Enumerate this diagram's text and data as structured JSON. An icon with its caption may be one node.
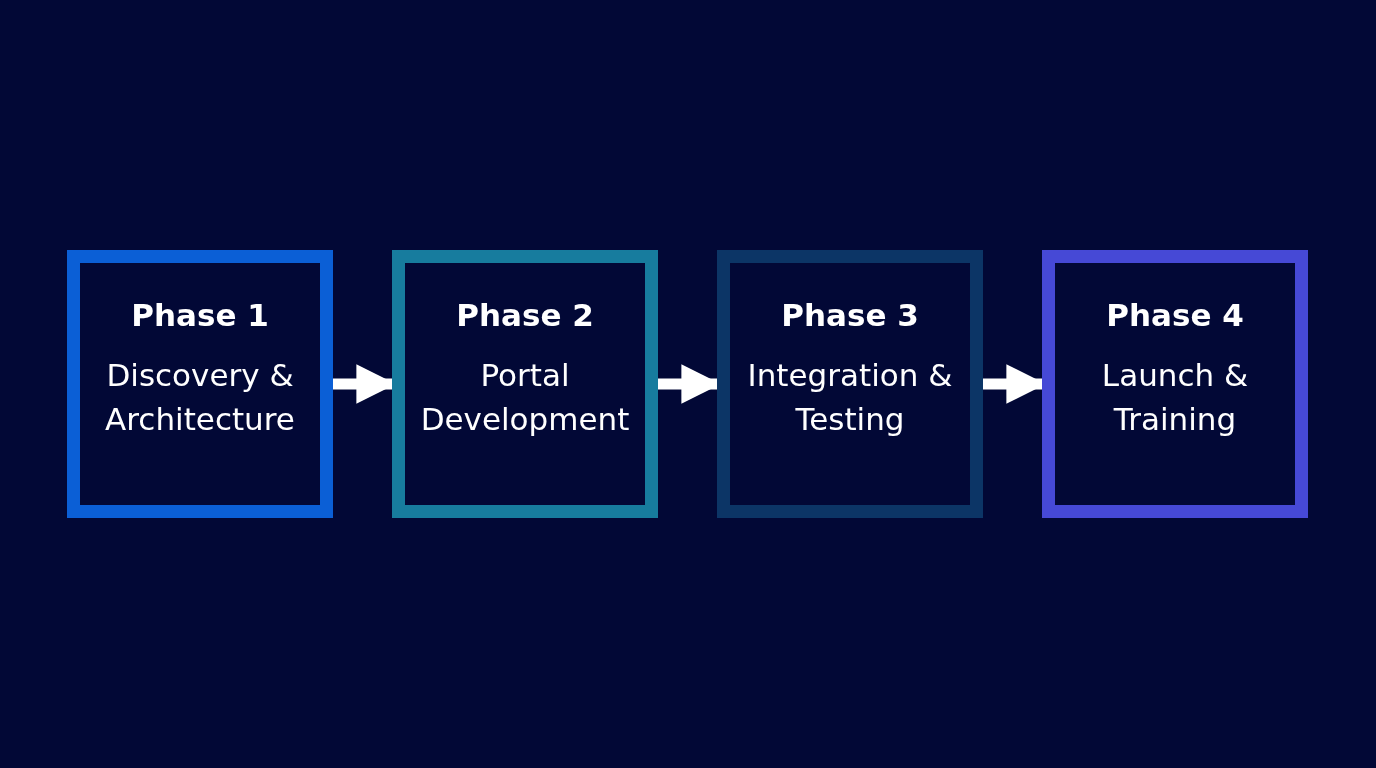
{
  "diagram": {
    "nodes": [
      {
        "text": [
          "Phase 1",
          "Discovery & Architecture"
        ]
      },
      {
        "text": [
          "Phase 2",
          "Portal Development"
        ]
      },
      {
        "text": [
          "Phase 3",
          "Integration & Testing"
        ]
      },
      {
        "text": [
          "Phase 4",
          "Launch & Training"
        ]
      }
    ],
    "edges": [
      {
        "from": 0,
        "to": 1,
        "arrow": "to"
      },
      {
        "from": 1,
        "to": 2,
        "arrow": "to"
      },
      {
        "from": 2,
        "to": 3,
        "arrow": "to"
      }
    ]
  }
}
